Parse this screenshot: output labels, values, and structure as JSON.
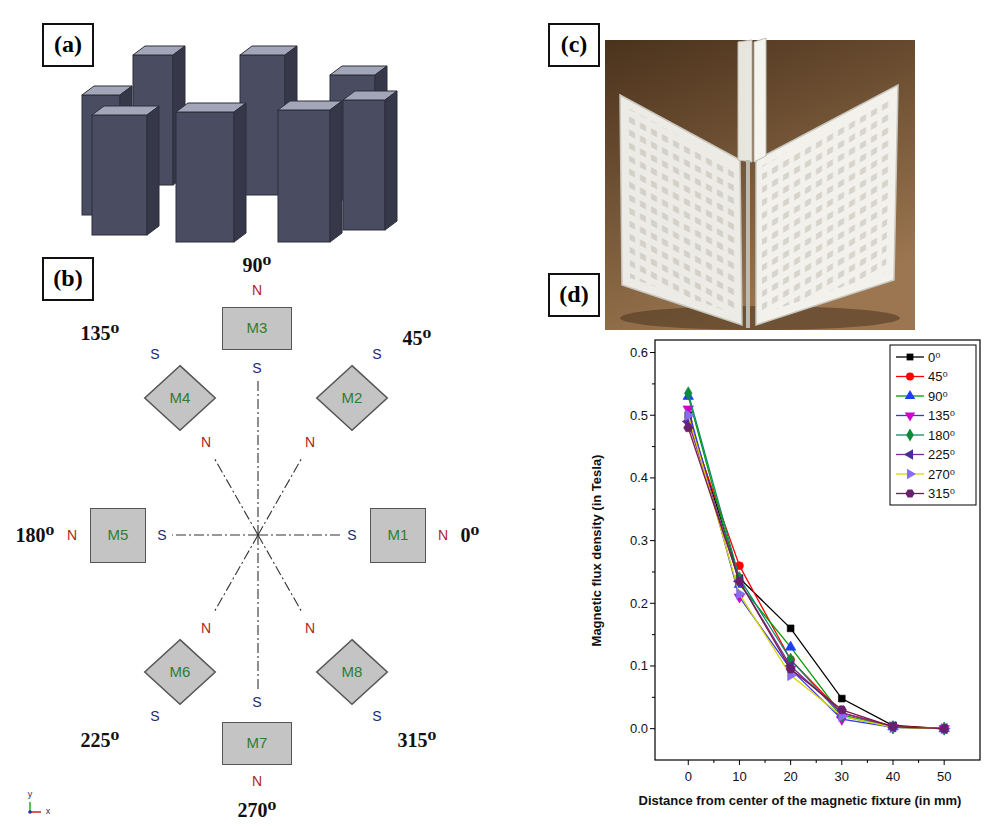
{
  "diagram": {
    "nodes": [
      {
        "text": [
          "(a)"
        ]
      },
      {
        "text": [
          "(c)"
        ]
      },
      {
        "text": [
          "(b)"
        ]
      },
      {
        "text": [
          "(d)"
        ]
      },
      {
        "text": [
          "M3"
        ]
      },
      {
        "text": [
          "M4"
        ]
      },
      {
        "text": [
          "M2"
        ]
      },
      {
        "text": [
          "M5"
        ]
      },
      {
        "text": [
          "M1"
        ]
      },
      {
        "text": [
          "M6"
        ]
      },
      {
        "text": [
          "M8"
        ]
      },
      {
        "text": [
          "M7"
        ]
      }
    ],
    "labels": [
      "90⁰",
      "N",
      "135⁰",
      "S",
      "45⁰",
      "S",
      "S",
      "N",
      "N",
      "180⁰",
      "N",
      "S",
      "S",
      "N",
      "0⁰",
      "N",
      "N",
      "S",
      "S",
      "225⁰",
      "S",
      "315⁰",
      "N",
      "270⁰",
      "y",
      "x",
      "0.6",
      "0.5",
      "0.4",
      "0.3",
      "0.2",
      "0.1",
      "0.0",
      "Magnetic flux density (in Tesla)",
      "0",
      "10",
      "20",
      "30",
      "40",
      "50",
      "Distance from center of the magnetic fixture (in mm)"
    ],
    "legend": [
      {
        "text": "0⁰"
      },
      {
        "text": "45⁰"
      },
      {
        "text": "90⁰"
      },
      {
        "text": "135⁰"
      },
      {
        "text": "180⁰"
      },
      {
        "text": "225⁰"
      },
      {
        "text": "270⁰"
      },
      {
        "text": "315⁰"
      }
    ]
  }
}
